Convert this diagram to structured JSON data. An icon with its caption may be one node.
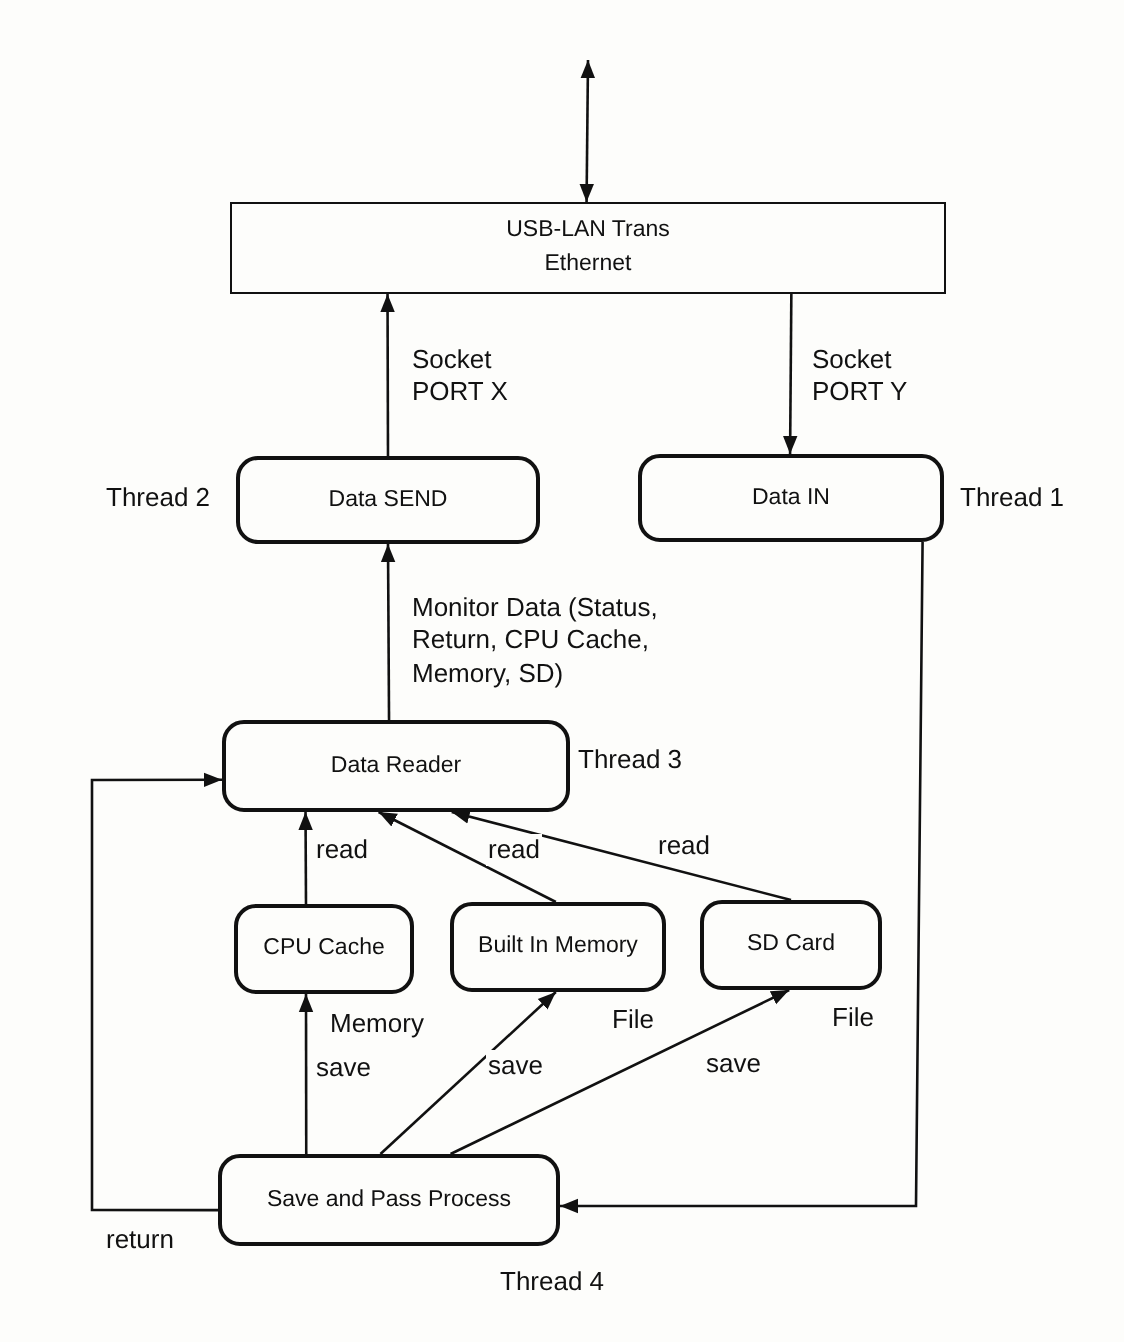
{
  "diagram": {
    "nodes": [
      {
        "text": [
          "USB-LAN Trans Ethernet"
        ]
      },
      {
        "text": [
          "Data SEND"
        ],
        "beside": [
          "Thread 2"
        ]
      },
      {
        "text": [
          "Data IN"
        ],
        "beside": [
          "Thread 1"
        ]
      },
      {
        "text": [
          "Data Reader"
        ],
        "beside": [
          "Thread 3"
        ]
      },
      {
        "text": [
          "CPU Cache"
        ],
        "beside": [
          "Memory"
        ]
      },
      {
        "text": [
          "Built In Memory"
        ],
        "beside": [
          "File"
        ]
      },
      {
        "text": [
          "SD Card"
        ],
        "beside": [
          "File"
        ]
      },
      {
        "text": [
          "Save and Pass Process"
        ],
        "beside": [
          "Thread 4"
        ]
      }
    ],
    "edges": [
      {
        "from": null,
        "to": 0,
        "arrow": "both"
      },
      {
        "from": 1,
        "to": 0,
        "arrow": "to",
        "label": "Socket PORT X"
      },
      {
        "from": 0,
        "to": 2,
        "arrow": "to",
        "label": "Socket PORT Y"
      },
      {
        "from": 3,
        "to": 1,
        "arrow": "to",
        "label": "Monitor Data (Status, Return, CPU Cache, Memory, SD)"
      },
      {
        "from": 4,
        "to": 3,
        "arrow": "to",
        "label": "read"
      },
      {
        "from": 5,
        "to": 3,
        "arrow": "to",
        "label": "read"
      },
      {
        "from": 6,
        "to": 3,
        "arrow": "to",
        "label": "read"
      },
      {
        "from": 7,
        "to": 4,
        "arrow": "to",
        "label": "save"
      },
      {
        "from": 7,
        "to": 5,
        "arrow": "to",
        "label": "save"
      },
      {
        "from": 7,
        "to": 6,
        "arrow": "to",
        "label": "save"
      },
      {
        "from": 2,
        "to": 7,
        "arrow": "to"
      },
      {
        "from": 7,
        "to": 3,
        "arrow": "to",
        "label": "return"
      }
    ]
  }
}
